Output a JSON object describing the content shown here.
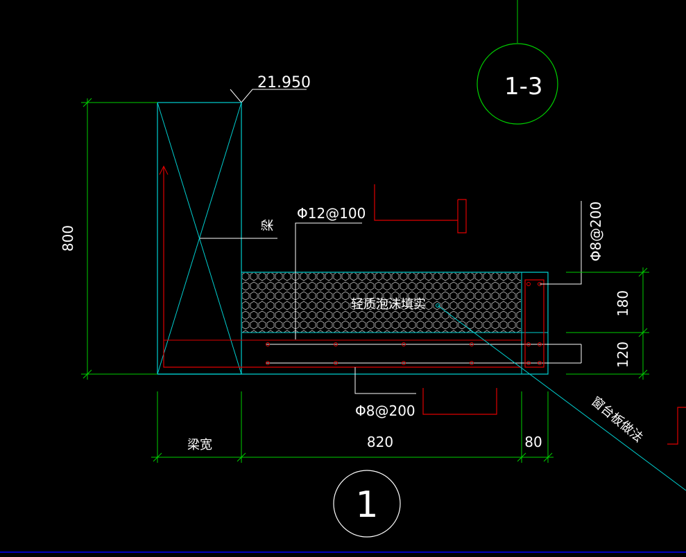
{
  "colors": {
    "background": "#000000",
    "dimension_green": "#00d000",
    "outline_cyan": "#00cfd0",
    "rebar_red": "#e00000",
    "text_white": "#ffffff",
    "bottom_line_blue": "#0000ff"
  },
  "labels": {
    "elevation": "21.950",
    "section_mark_top": "1-3",
    "section_mark_bottom": "1",
    "beam": "梁",
    "rebar_top": "Φ12@100",
    "rebar_right": "Φ8@200",
    "rebar_bottom": "Φ8@200",
    "fill_material": "轻质泡沫填实",
    "window_note": "窗台板做法"
  },
  "dimensions": {
    "height_total": "800",
    "height_upper": "180",
    "height_lower": "120",
    "width_beam": "梁宽",
    "width_slab": "820",
    "width_end": "80"
  }
}
